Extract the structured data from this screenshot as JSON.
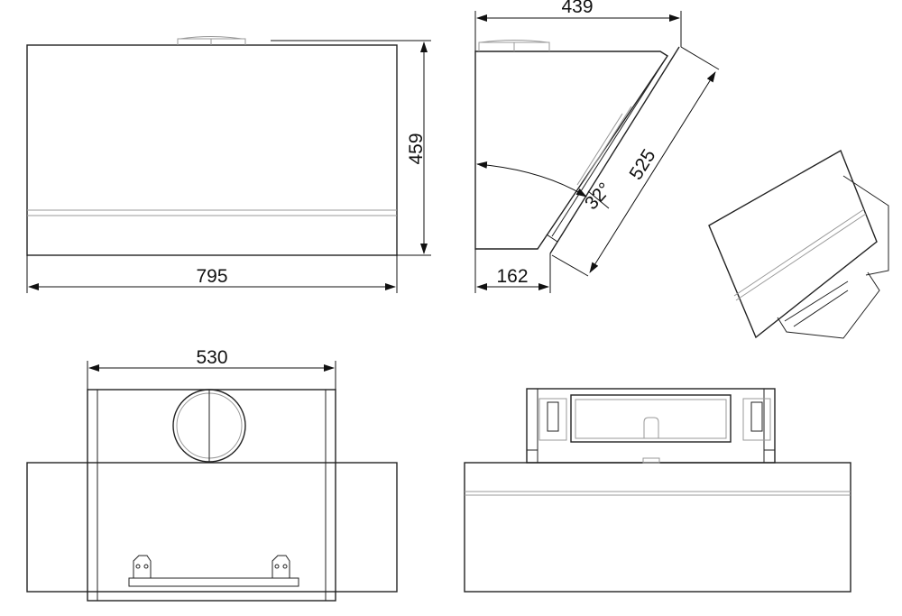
{
  "dimensions": {
    "front_width": "795",
    "front_height": "459",
    "side_depth": "439",
    "side_bottom_depth": "162",
    "panel_length": "525",
    "panel_angle": "32°",
    "rear_width": "530"
  },
  "colors": {
    "line": "#222222",
    "hidden_line": "#999999",
    "background": "#ffffff"
  }
}
